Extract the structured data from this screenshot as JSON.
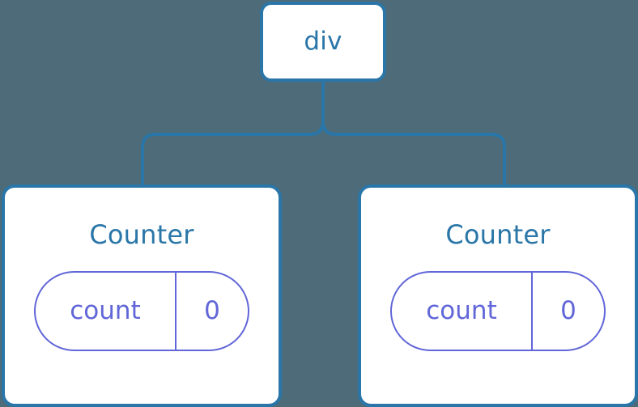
{
  "diagram": {
    "type": "component-tree",
    "background_color": "#4d6b78",
    "node_border_color": "#2a76a8",
    "node_fill_color": "#ffffff",
    "node_text_color": "#2a76a8",
    "state_pill_color": "#6166d8",
    "edge_color": "#2a76a8",
    "root": {
      "label": "div"
    },
    "children": [
      {
        "label": "Counter",
        "state": {
          "key": "count",
          "value": "0"
        }
      },
      {
        "label": "Counter",
        "state": {
          "key": "count",
          "value": "0"
        }
      }
    ]
  }
}
